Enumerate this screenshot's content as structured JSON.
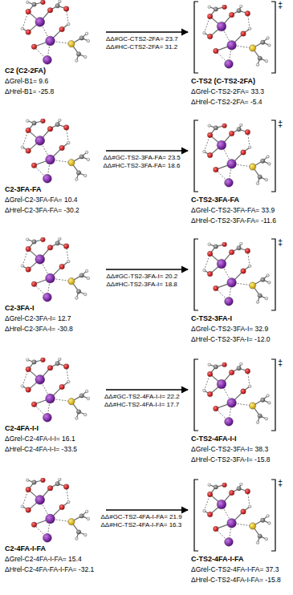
{
  "diagram": {
    "nodes": [
      {
        "text": [
          "C2 (C2-2FA)",
          "ΔGrel-B1= 9.6",
          "ΔHrel-B1= -25.8"
        ]
      },
      {
        "text": [
          "C-TS2 (C-TS2-2FA)",
          "ΔGrel-C-TS2-2FA= 33.3",
          "ΔHrel-C-TS2-2FA= -5.4"
        ]
      },
      {
        "text": [
          "C2-3FA-FA",
          "ΔGrel-C2-3FA-FA= 10.4",
          "ΔHrel-C2-3FA-FA= -30.2"
        ]
      },
      {
        "text": [
          "C-TS2-3FA-FA",
          "ΔGrel-C-TS2-3FA-FA= 33.9",
          "ΔHrel-C-TS2-3FA-FA= -11.6"
        ]
      },
      {
        "text": [
          "C2-3FA-I",
          "ΔGrel-C2-3FA-I= 12.7",
          "ΔHrel-C2-3FA-I= -30.8"
        ]
      },
      {
        "text": [
          "C-TS2-3FA-I",
          "ΔGrel-C-TS2-3FA-I= 32.9",
          "ΔHrel-C-TS2-3FA-I= -12.0"
        ]
      },
      {
        "text": [
          "C2-4FA-I-I",
          "ΔGrel-C2-4FA-I-I= 16.1",
          "ΔHrel-C2-4FA-I-I= -33.5"
        ]
      },
      {
        "text": [
          "C-TS2-4FA-I-I",
          "ΔGrel-C-TS2-3FA-I= 38.3",
          "ΔHrel-C-TS2-3FA-I= -15.8"
        ]
      },
      {
        "text": [
          "C2-4FA-I-FA",
          "ΔGrel-C2-4FA-I-FA= 15.4",
          "ΔHrel-C2-4FA-FA-I-FA= -32.1"
        ]
      },
      {
        "text": [
          "C-TS2-4FA-I-FA",
          "ΔGrel-C-TS2-4FA-I-FA= 37.3",
          "ΔHrel-C-TS2-4FA-I-FA= -15.8"
        ]
      }
    ],
    "edges": [
      {
        "from": 0,
        "to": 1,
        "arrow": "to",
        "label": "ΔΔ#GC-CTS2-2FA= 23.7 ΔΔ#HC-CTS2-2FA= 31.2"
      },
      {
        "from": 2,
        "to": 3,
        "arrow": "to",
        "label": "ΔΔ#GC-TS2-3FA-FA= 23.5 ΔΔ#HC-TS2-3FA-FA= 18.6"
      },
      {
        "from": 4,
        "to": 5,
        "arrow": "to",
        "label": "ΔΔ#GC-TS2-3FA-I= 20.2 ΔΔ#HC-TS2-3FA-I= 18.8"
      },
      {
        "from": 6,
        "to": 7,
        "arrow": "to",
        "label": "ΔΔ#GC-TS2-4FA-I-I= 22.2 ΔΔ#HC-TS2-4FA-I-I= 17.7"
      },
      {
        "from": 8,
        "to": 9,
        "arrow": "to",
        "label": "ΔΔ#GC-TS2-4FA-I-FA= 21.9 ΔΔ#HC-TS2-4FA-I-FA= 16.3"
      }
    ],
    "labels": [
      "‡",
      "‡",
      "‡",
      "‡",
      "‡"
    ]
  }
}
